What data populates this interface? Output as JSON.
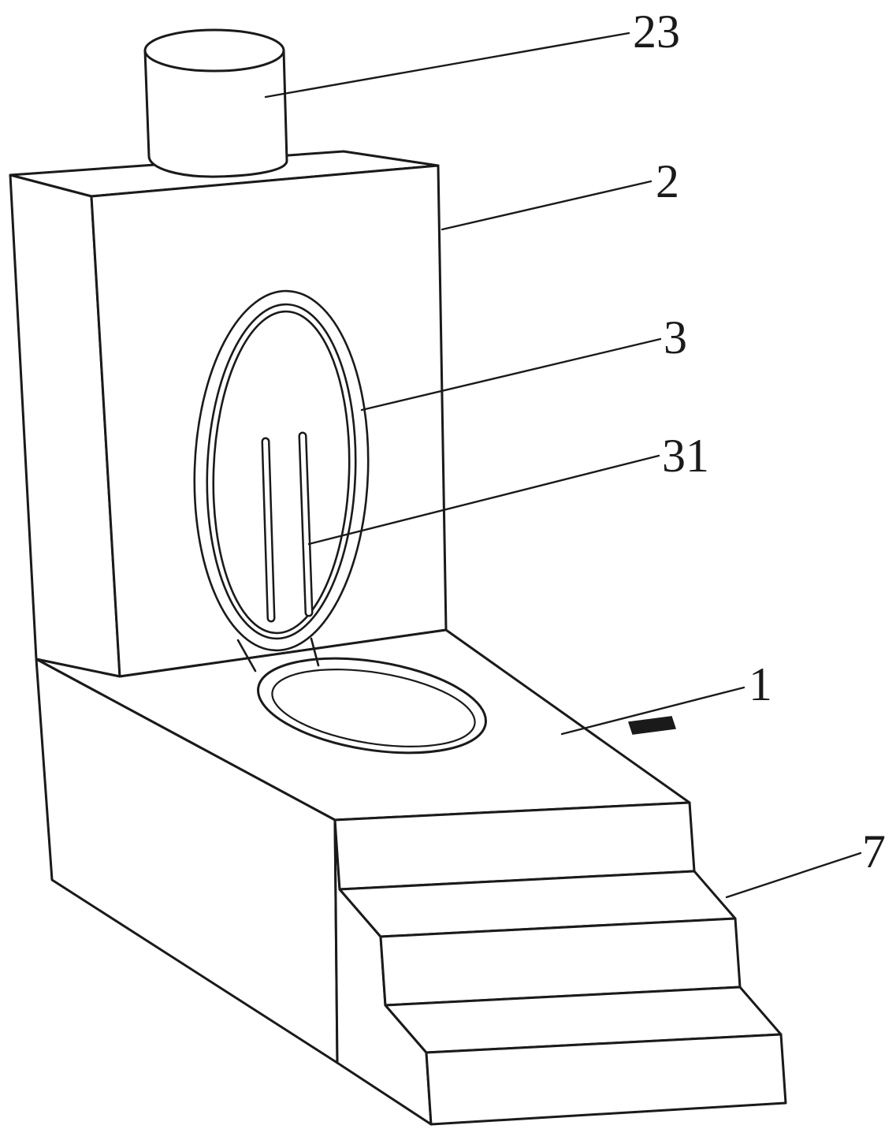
{
  "figure": {
    "kind": "patent-style technical line drawing",
    "background_color": "#ffffff",
    "line_color": "#1a1a1a",
    "labels": [
      {
        "text": "23"
      },
      {
        "text": "2"
      },
      {
        "text": "3"
      },
      {
        "text": "31"
      },
      {
        "text": "1"
      },
      {
        "text": "7"
      }
    ]
  }
}
